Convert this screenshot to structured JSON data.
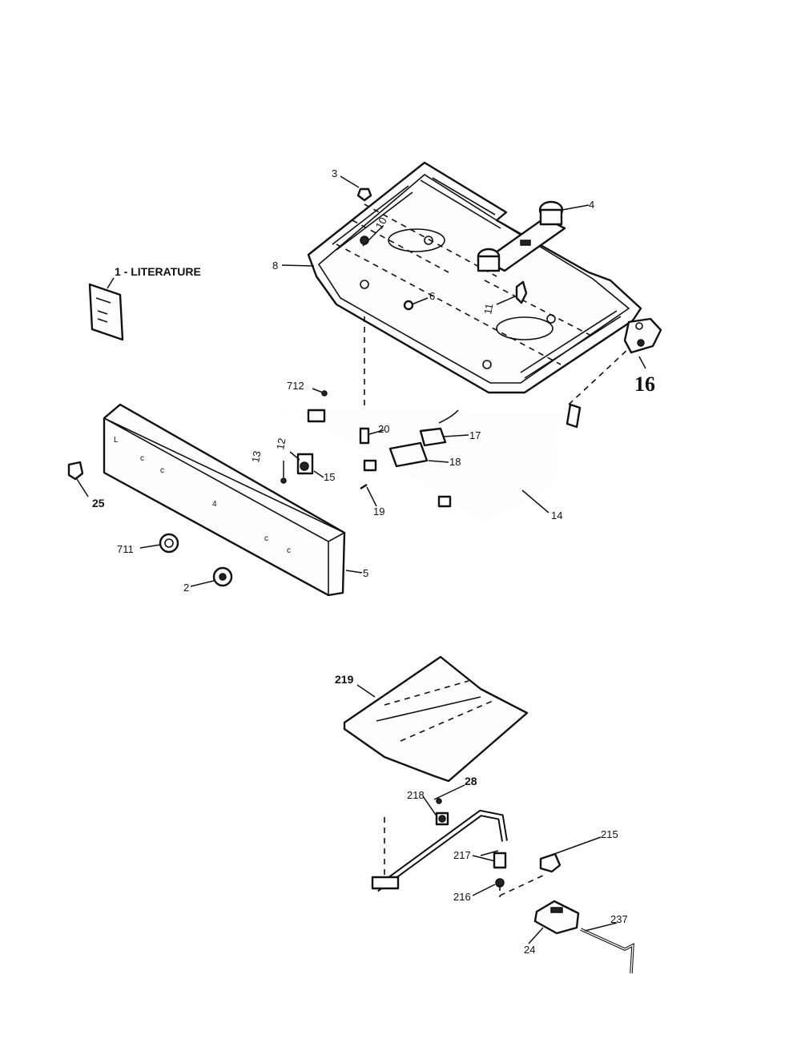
{
  "labels": {
    "literature": "1 - LITERATURE",
    "p2": "2",
    "p3": "3",
    "p4": "4",
    "p5": "5",
    "p6": "6",
    "p8": "8",
    "p10": "10",
    "p11": "11",
    "p13": "13",
    "p14": "14",
    "p15": "15",
    "p16": "16",
    "p17": "17",
    "p18": "18",
    "p19": "19",
    "p20": "20",
    "p24": "24",
    "p25": "25",
    "p28": "28",
    "p215": "215",
    "p216": "216",
    "p217": "217",
    "p218": "218",
    "p219": "219",
    "p237": "237",
    "p711": "711",
    "p712": "712",
    "p12": "12"
  }
}
